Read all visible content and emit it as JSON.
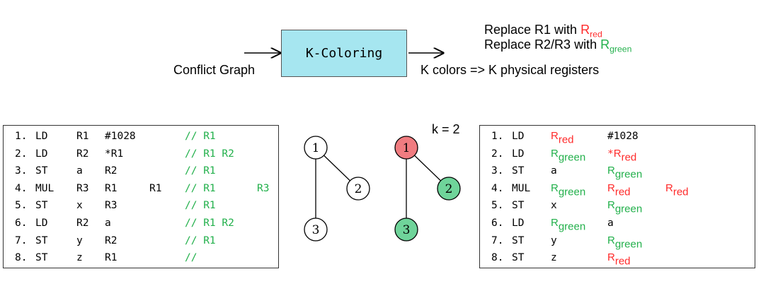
{
  "flow": {
    "box_label": "K-Coloring",
    "input_label": "Conflict Graph",
    "output_label": "K colors => K physical registers",
    "replace_line1": {
      "prefix": "Replace R1 with ",
      "reg": "R",
      "sub": "red"
    },
    "replace_line2": {
      "prefix": "Replace R2/R3 with ",
      "reg": "R",
      "sub": "green"
    }
  },
  "k_label": "k = 2",
  "left_code": [
    {
      "num": "1.",
      "op": "LD",
      "a1": "R1",
      "a2": "#1028",
      "a3": "",
      "c1": "// R1",
      "c2": ""
    },
    {
      "num": "2.",
      "op": "LD",
      "a1": "R2",
      "a2": "*R1",
      "a3": "",
      "c1": "// R1 R2",
      "c2": ""
    },
    {
      "num": "3.",
      "op": "ST",
      "a1": "a",
      "a2": "R2",
      "a3": "",
      "c1": "// R1",
      "c2": ""
    },
    {
      "num": "4.",
      "op": "MUL",
      "a1": "R3",
      "a2": "R1",
      "a3": "R1",
      "c1": "// R1",
      "c2": "R3"
    },
    {
      "num": "5.",
      "op": "ST",
      "a1": "x",
      "a2": "R3",
      "a3": "",
      "c1": "// R1",
      "c2": ""
    },
    {
      "num": "6.",
      "op": "LD",
      "a1": "R2",
      "a2": "a",
      "a3": "",
      "c1": "// R1 R2",
      "c2": ""
    },
    {
      "num": "7.",
      "op": "ST",
      "a1": "y",
      "a2": "R2",
      "a3": "",
      "c1": "// R1",
      "c2": ""
    },
    {
      "num": "8.",
      "op": "ST",
      "a1": "z",
      "a2": "R1",
      "a3": "",
      "c1": "//",
      "c2": ""
    }
  ],
  "right_code": [
    {
      "num": "1.",
      "op": "LD",
      "a1": {
        "text": "R",
        "sub": "red",
        "color": "red"
      },
      "a2": {
        "text": "#1028",
        "sub": "",
        "color": "black",
        "prefix": ""
      },
      "a3": null
    },
    {
      "num": "2.",
      "op": "LD",
      "a1": {
        "text": "R",
        "sub": "green",
        "color": "green"
      },
      "a2": {
        "text": "R",
        "sub": "red",
        "color": "red",
        "prefix": "*"
      },
      "a3": null
    },
    {
      "num": "3.",
      "op": "ST",
      "a1": {
        "text": "a",
        "sub": "",
        "color": "black"
      },
      "a2": {
        "text": "R",
        "sub": "green",
        "color": "green",
        "prefix": ""
      },
      "a3": null
    },
    {
      "num": "4.",
      "op": "MUL",
      "a1": {
        "text": "R",
        "sub": "green",
        "color": "green"
      },
      "a2": {
        "text": "R",
        "sub": "red",
        "color": "red",
        "prefix": ""
      },
      "a3": {
        "text": "R",
        "sub": "red",
        "color": "red"
      }
    },
    {
      "num": "5.",
      "op": "ST",
      "a1": {
        "text": "x",
        "sub": "",
        "color": "black"
      },
      "a2": {
        "text": "R",
        "sub": "green",
        "color": "green",
        "prefix": ""
      },
      "a3": null
    },
    {
      "num": "6.",
      "op": "LD",
      "a1": {
        "text": "R",
        "sub": "green",
        "color": "green"
      },
      "a2": {
        "text": "a",
        "sub": "",
        "color": "black",
        "prefix": ""
      },
      "a3": null
    },
    {
      "num": "7.",
      "op": "ST",
      "a1": {
        "text": "y",
        "sub": "",
        "color": "black"
      },
      "a2": {
        "text": "R",
        "sub": "green",
        "color": "green",
        "prefix": ""
      },
      "a3": null
    },
    {
      "num": "8.",
      "op": "ST",
      "a1": {
        "text": "z",
        "sub": "",
        "color": "black"
      },
      "a2": {
        "text": "R",
        "sub": "red",
        "color": "red",
        "prefix": ""
      },
      "a3": null
    }
  ],
  "graph_uncolored": {
    "nodes": [
      {
        "id": "1"
      },
      {
        "id": "2"
      },
      {
        "id": "3"
      }
    ],
    "edges": [
      [
        "1",
        "2"
      ],
      [
        "1",
        "3"
      ]
    ]
  },
  "graph_colored": {
    "nodes": [
      {
        "id": "1",
        "color": "#f07c80"
      },
      {
        "id": "2",
        "color": "#6fd49a"
      },
      {
        "id": "3",
        "color": "#6fd49a"
      }
    ],
    "edges": [
      [
        "1",
        "2"
      ],
      [
        "1",
        "3"
      ]
    ]
  },
  "colors": {
    "red": "#ff2a2a",
    "green": "#22b04b",
    "box_fill": "#a6e6f0"
  }
}
